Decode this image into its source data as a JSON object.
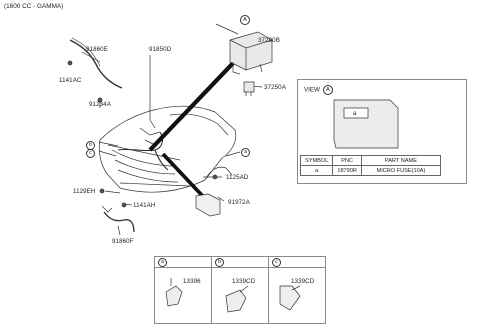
{
  "header": {
    "title": "(1600 CC - GAMMA)"
  },
  "callouts": {
    "A": "A",
    "a": "a",
    "b": "b",
    "c": "c"
  },
  "parts": {
    "p37290B": "37290B",
    "p37250A": "37250A",
    "p91860E": "91860E",
    "p91850D": "91850D",
    "p1141AC": "1141AC",
    "p91234A": "91234A",
    "p1125AD": "1125AD",
    "p1129EH": "1129EH",
    "p1141AH": "1141AH",
    "p91972A": "91972A",
    "p91860F": "91860F"
  },
  "view": {
    "title": "VIEW",
    "circle": "A",
    "fuse_label": "a",
    "table": {
      "headers": [
        "SYMBOL",
        "PNC",
        "PART NAME"
      ],
      "rows": [
        [
          "a",
          "18790R",
          "MICRO FUSE(10A)"
        ]
      ]
    }
  },
  "subpanels": [
    {
      "symbol": "a",
      "part": "13396"
    },
    {
      "symbol": "b",
      "part": "1339CD"
    },
    {
      "symbol": "c",
      "part": "1339CD"
    }
  ]
}
